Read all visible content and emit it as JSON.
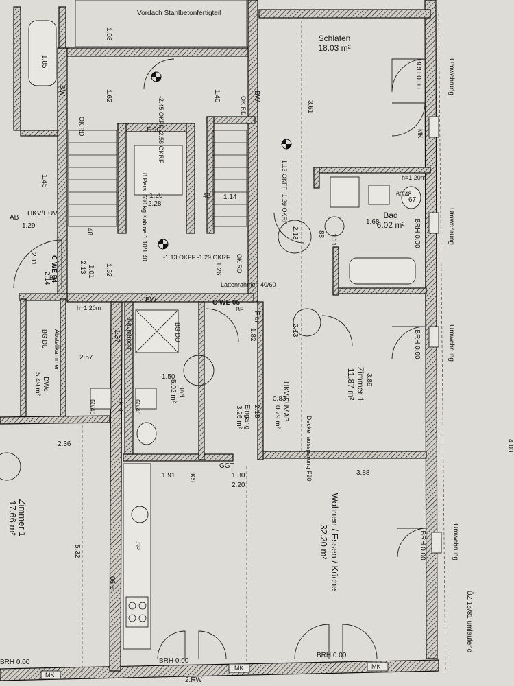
{
  "header": {
    "canopy_note": "Vordach Stahlbetonfertigteil"
  },
  "rooms": {
    "schlafen": {
      "name": "Schlafen",
      "area": "18.03 m²"
    },
    "bad_right": {
      "name": "Bad",
      "area": "6.02 m²"
    },
    "zimmer1_right": {
      "name": "Zimmer 1",
      "area": "11.87 m²"
    },
    "wohnen": {
      "name": "Wohnen / Essen / Küche",
      "area": "32.20 m²"
    },
    "zimmer1_left": {
      "name": "Zimmer 1",
      "area": "17.66 m²"
    },
    "bad_center": {
      "name": "Bad",
      "area": "5.02 m²"
    },
    "eingang": {
      "name": "Eingang",
      "area": "3.26 m²"
    },
    "ab": {
      "name": "AB",
      "area": "0.79 m²"
    },
    "flur": {
      "name": "Flur"
    },
    "dwc": {
      "name": "DWc",
      "area": "5.49 m²"
    },
    "ab_left": {
      "name": "AB"
    }
  },
  "units": {
    "c_we_05": "C WE 05",
    "c_we_04": "C WE 04",
    "bf": "BF"
  },
  "labels": {
    "umwehrung": "Umwehrung",
    "brh": "BRH 0.00",
    "mk": "MK",
    "f90": "F 90",
    "bw": "BW",
    "ok_rd": "OK RD",
    "hkv_euv": "HKV/EUV",
    "ggt": "GGT",
    "ks": "KS",
    "sp": "SP",
    "rw": "2.RW",
    "uz": "ÜZ 15/81 umlaufend",
    "lift": "8 Pers. 630 kg Kabine 1.10/1.40",
    "level_1": "-1.13 OKFF -1.29 OKRF",
    "level_2": "-2.45 OKFF -2.58 OKRF",
    "level_3": "-1.13 OKFF -1.29 OKRF",
    "level_4": "-1.13 OKFF -1.29 OKRF",
    "wm": "60/48",
    "h1": "h=1.20m",
    "bg_du": "BG DU",
    "raumtrockn": "Raumtrockn.",
    "abstell": "Abstellkammer",
    "bg_du2": "BG DU",
    "ug_note": "Deckenaussparung F90",
    "window_note": "Lattenrahmen 40/60"
  },
  "dims": {
    "d361": "3.61",
    "d389": "3.89",
    "d388": "3.88",
    "d140": "1.40",
    "d162": "1.62",
    "d108": "1.08",
    "d185": "1.85",
    "d145": "1.45",
    "d129": "1.29",
    "d211": "2.11",
    "d214": "2.14",
    "d152": "1.52",
    "d126": "1.26",
    "d213": "2.13",
    "d213b": "2.13",
    "d213c": "2.13",
    "d128": "1.20",
    "d228": "2.28",
    "d114": "1.14",
    "d191": "1.91",
    "d130": "1.30",
    "d220": "2.20",
    "d532": "5.32",
    "d236": "2.36",
    "d150": "1.50",
    "d218": "2.18",
    "d257": "2.57",
    "d083": "0.83",
    "d079": "0.79",
    "d111": "1.11",
    "d168": "1.68",
    "d101": "1.01",
    "d137": "1.37",
    "d182": "1.82",
    "d403": "4.03",
    "d067": "67",
    "d088": "88",
    "d126b": "1.26",
    "d048": "48",
    "d042": "42"
  }
}
